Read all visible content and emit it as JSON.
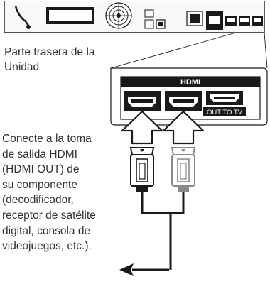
{
  "labels": {
    "rear_of_unit": "Parte trasera de la\nUnidad",
    "connect_instruction": "Conecte a la toma\nde salida HDMI\n(HDMI OUT) de\nsu componente\n(decodificador,\nreceptor de satélite\ndigital, consola de\nvideojuegos, etc.).",
    "hdmi_header": "HDMI",
    "out_to_tv": "OUT TO TV"
  },
  "colors": {
    "line": "#1a1a1a",
    "device_fill": "#f7f7f7",
    "port_dark": "#1a1a1a",
    "cable_black": "#1a1a1a",
    "cable_gray": "#8a8a8a"
  }
}
